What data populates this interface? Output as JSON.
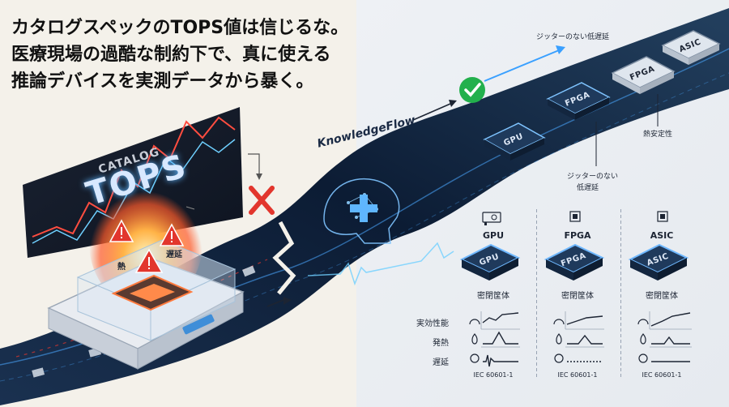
{
  "headline": {
    "line1": "カタログスペックのTOPS値は信じるな。",
    "line2": "医療現場の過酷な制約下で、真に使える",
    "line3": "推論デバイスを実測データから暴く。"
  },
  "left_panel": {
    "catalog_word": "CATALOG",
    "tops_word": "TOPS",
    "alerts": {
      "heat": "熱",
      "latency": "遅延"
    }
  },
  "flow": {
    "brand": "KnowledgeFlow",
    "label_top": "ジッターのない低遅延",
    "label_right": "熱安定性",
    "label_mid_line1": "ジッターのない",
    "label_mid_line2": "低遅延",
    "chips": [
      "GPU",
      "FPGA",
      "ASIC"
    ]
  },
  "comparison": {
    "columns": [
      {
        "name": "GPU",
        "chip": "GPU",
        "case": "密閉筐体",
        "standard": "IEC 60601-1"
      },
      {
        "name": "FPGA",
        "chip": "FPGA",
        "case": "密閉筐体",
        "standard": "IEC 60601-1"
      },
      {
        "name": "ASIC",
        "chip": "ASIC",
        "case": "密閉筐体",
        "standard": "IEC 60601-1"
      }
    ],
    "row_labels": [
      "実効性能",
      "発熱",
      "遅延"
    ]
  },
  "colors": {
    "accent_blue": "#3aa0ff",
    "flow_dark": "#0c1c34",
    "warning_red": "#e2362d",
    "check_green": "#22b04c",
    "chip_body": "#1f3a5c"
  },
  "icons": [
    "warning-icon",
    "cross-icon",
    "check-icon",
    "gpu-icon",
    "chip-icon",
    "gauge-icon",
    "flame-icon",
    "ecg-icon"
  ]
}
